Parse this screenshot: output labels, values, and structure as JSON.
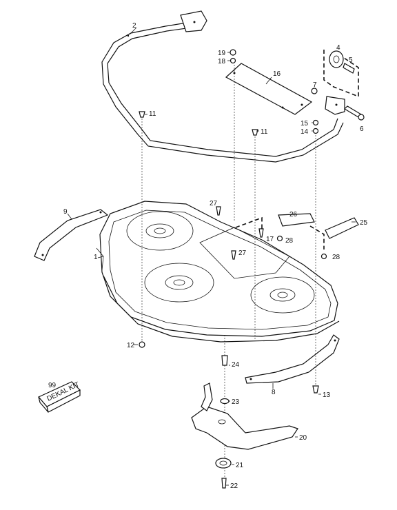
{
  "callouts": {
    "p1": "1",
    "p2": "2",
    "p4": "4",
    "p5": "5",
    "p6": "6",
    "p7": "7",
    "p8": "8",
    "p9": "9",
    "p11a": "11",
    "p11b": "11",
    "p12": "12",
    "p13": "13",
    "p14": "14",
    "p15": "15",
    "p16": "16",
    "p17": "17",
    "p18": "18",
    "p19": "19",
    "p20": "20",
    "p21": "21",
    "p22": "22",
    "p23": "23",
    "p24": "24",
    "p25": "25",
    "p26": "26",
    "p27a": "27",
    "p27b": "27",
    "p28a": "28",
    "p28b": "28",
    "p99": "99"
  },
  "decal_kit": {
    "label": "DEKAL KIT"
  }
}
